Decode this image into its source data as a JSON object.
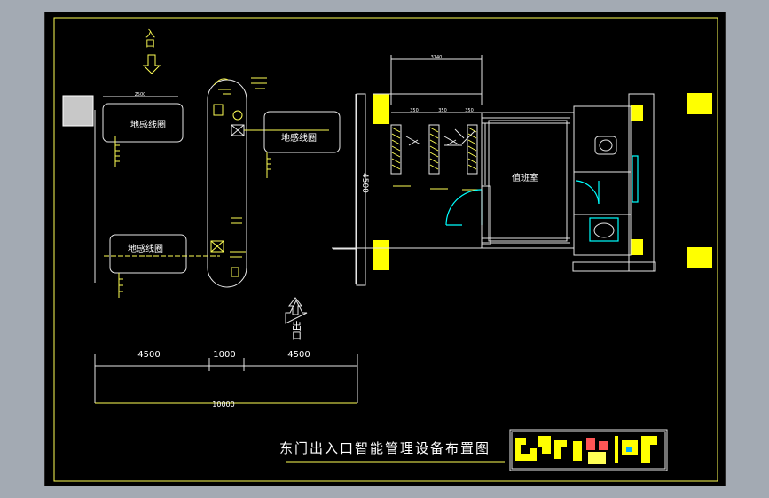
{
  "drawing": {
    "title": "东门出入口智能管理设备布置图",
    "entrance_label": "入口",
    "exit_label": "出口",
    "loop_label_top_left": "地感线圈",
    "loop_label_top_right": "地感线圈",
    "loop_label_bottom": "地感线圈",
    "duty_room_label": "值班室",
    "dim_top_gate": "3140",
    "dim_side_gate": "4500",
    "dim_small_top": "2500",
    "dims_gate_row": [
      "350",
      "350",
      "350"
    ],
    "dims_bottom": [
      "4500",
      "1000",
      "4500"
    ],
    "dim_total": "10000"
  },
  "colors": {
    "background": "#000000",
    "frame": "#a3aab3",
    "primary": "#ffff55",
    "secondary": "#e6e6e6",
    "accent": "#00ffff"
  }
}
